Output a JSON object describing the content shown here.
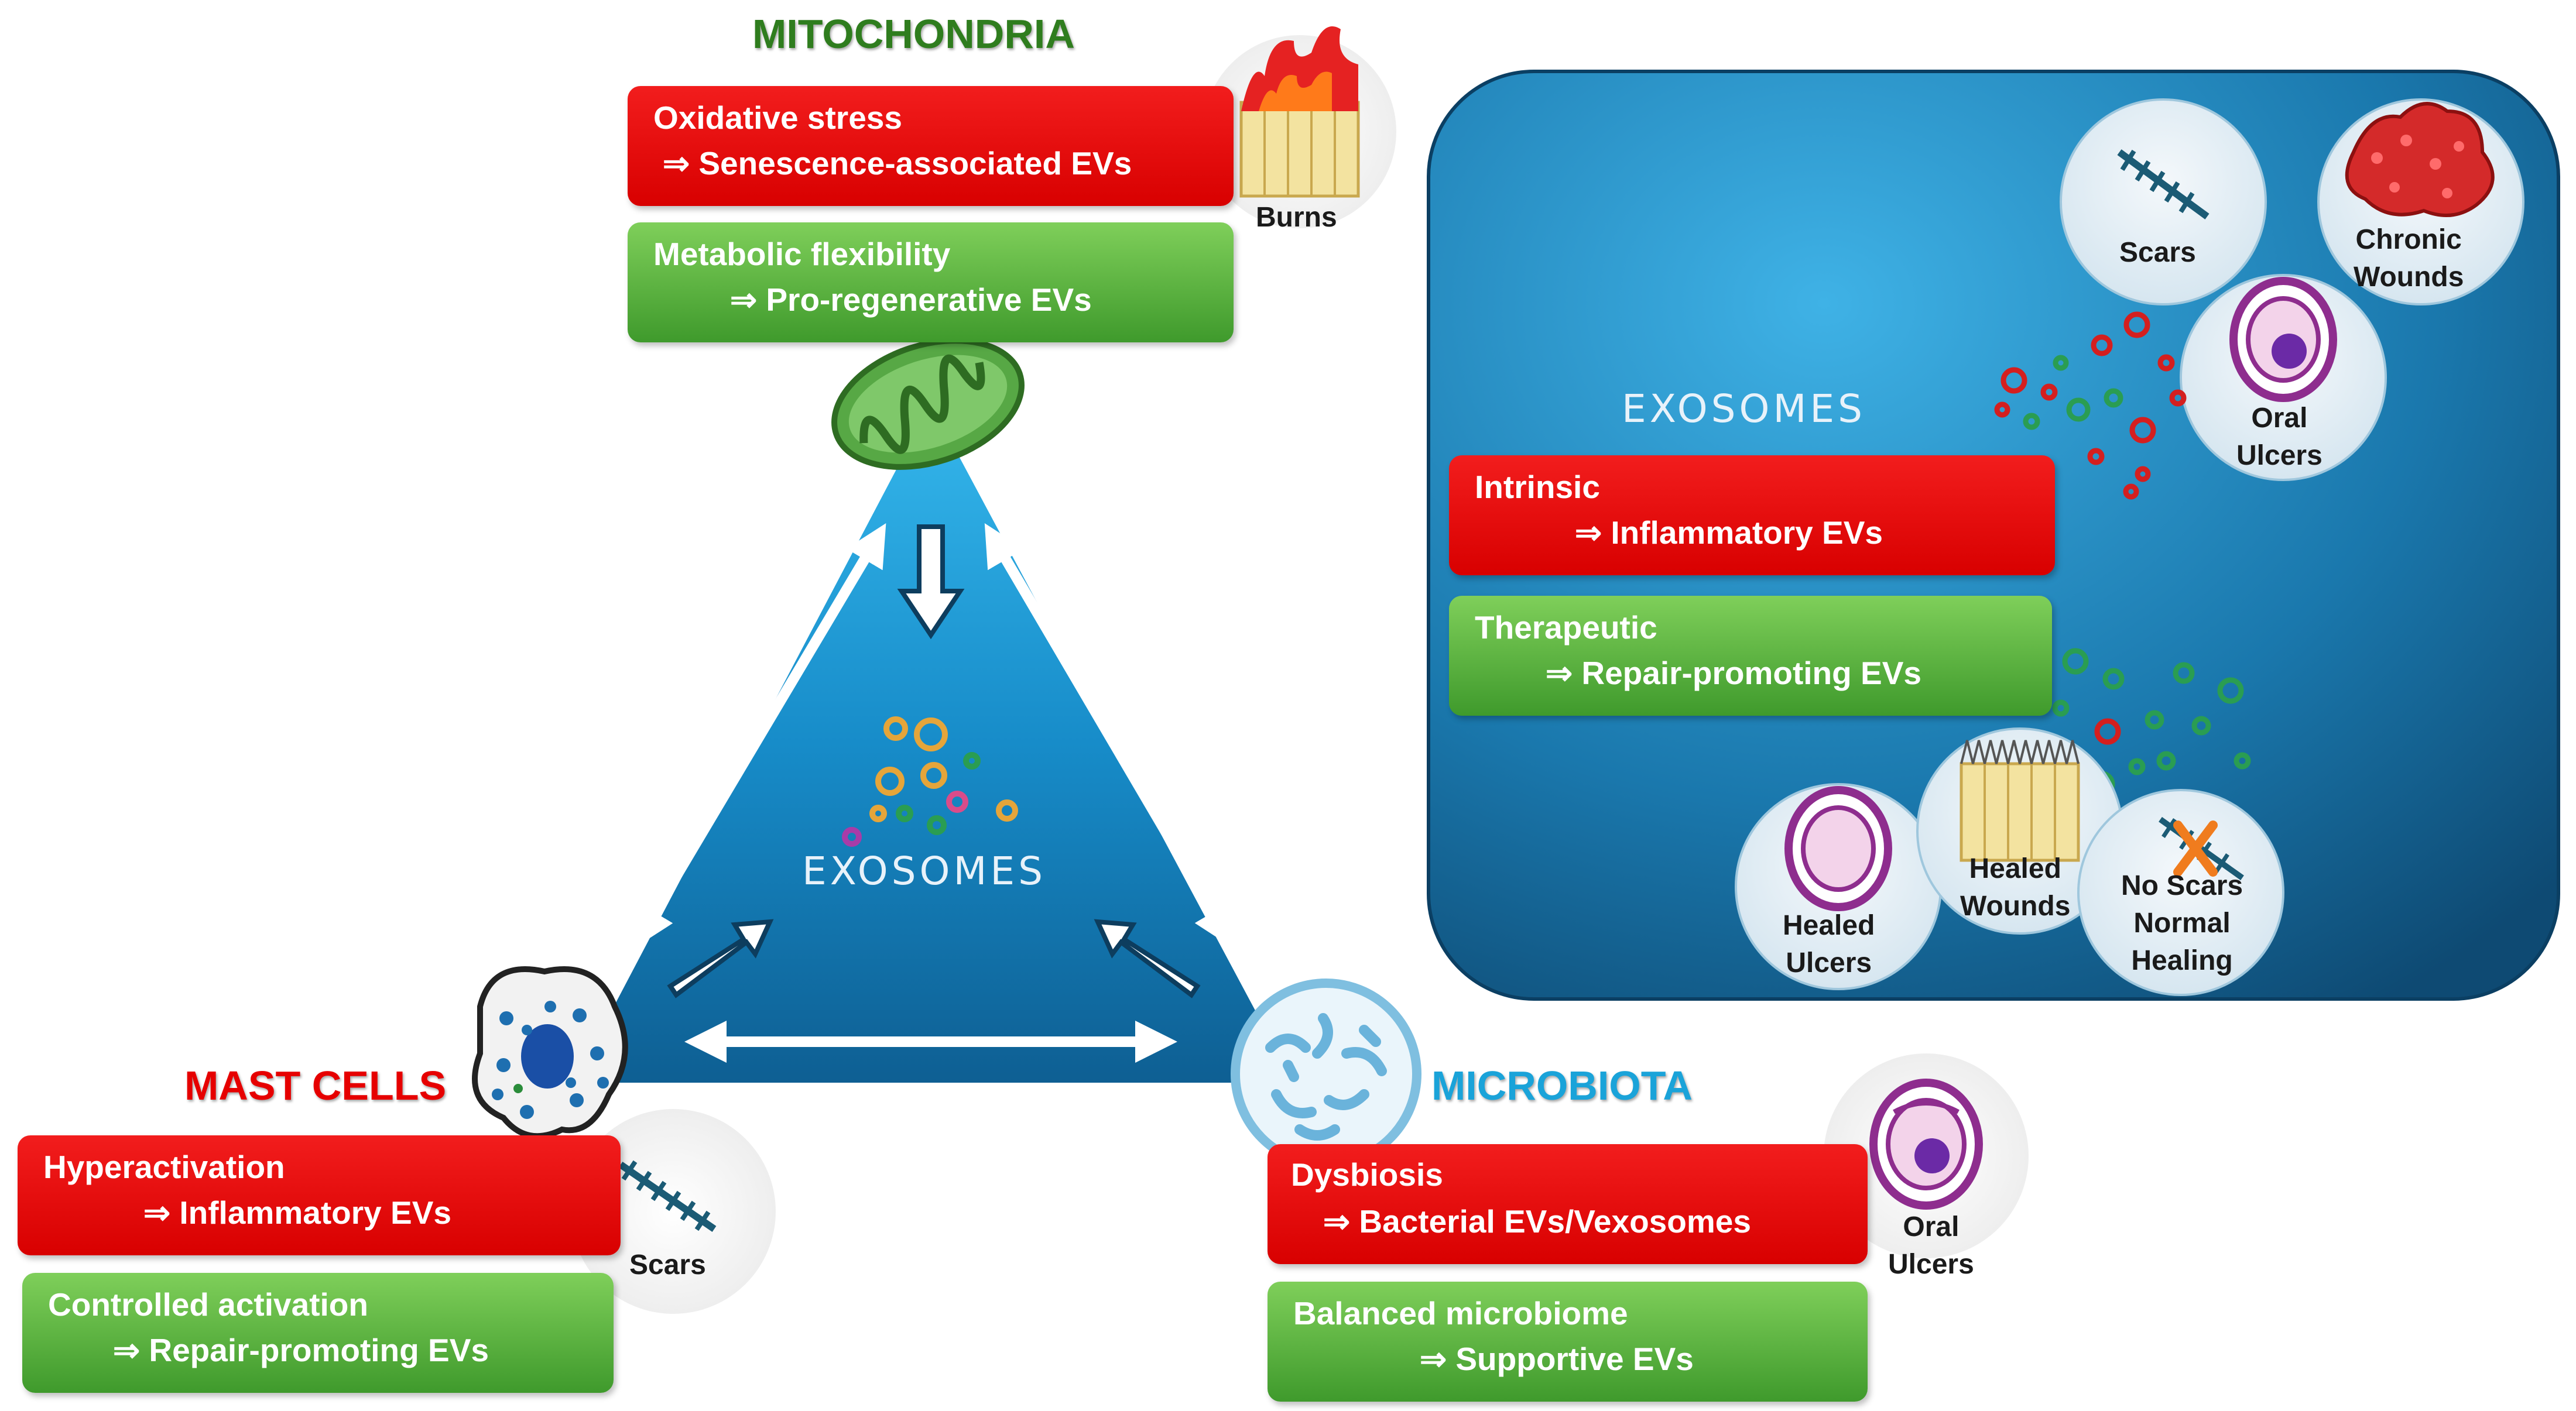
{
  "center": {
    "label": "EXOSOMES"
  },
  "mitochondria": {
    "title": "MITOCHONDRIA",
    "red_box": {
      "line1": "Oxidative stress",
      "line2": "⇒ Senescence-associated  EVs"
    },
    "green_box": {
      "line1": "Metabolic flexibility",
      "line2": "⇒ Pro-regenerative EVs"
    },
    "icon_label": "Burns"
  },
  "mast_cells": {
    "title": "MAST CELLS",
    "red_box": {
      "line1": "Hyperactivation",
      "line2": "⇒ Inflammatory EVs"
    },
    "green_box": {
      "line1": "Controlled activation",
      "line2": "⇒ Repair-promoting EVs"
    },
    "icon_label": "Scars"
  },
  "microbiota": {
    "title": "MICROBIOTA",
    "red_box": {
      "line1": "Dysbiosis",
      "line2": "⇒ Bacterial  EVs/Vexosomes"
    },
    "green_box": {
      "line1": "Balanced microbiome",
      "line2": "⇒ Supportive EVs"
    },
    "icon_label_1": "Oral",
    "icon_label_2": "Ulcers"
  },
  "panel": {
    "title": "EXOSOMES",
    "red_box": {
      "line1": "Intrinsic",
      "line2": "⇒ Inflammatory EVs"
    },
    "green_box": {
      "line1": "Therapeutic",
      "line2": "⇒ Repair-promoting EVs"
    },
    "top_circles": {
      "scars": "Scars",
      "chronic_1": "Chronic",
      "chronic_2": "Wounds",
      "oral_1": "Oral",
      "oral_2": "Ulcers"
    },
    "bottom_circles": {
      "healed_ulcers_1": "Healed",
      "healed_ulcers_2": "Ulcers",
      "healed_wounds_1": "Healed",
      "healed_wounds_2": "Wounds",
      "noscars_1": "No Scars",
      "noscars_2": "Normal",
      "noscars_3": "Healing"
    }
  },
  "colors": {
    "red": "#e00000",
    "green": "#4fae35",
    "mito_title": "#2f7d1e",
    "mast_title": "#e60000",
    "micro_title": "#1aa3d9",
    "triangle": "#1479b8",
    "panel": "#1f7fb8"
  }
}
